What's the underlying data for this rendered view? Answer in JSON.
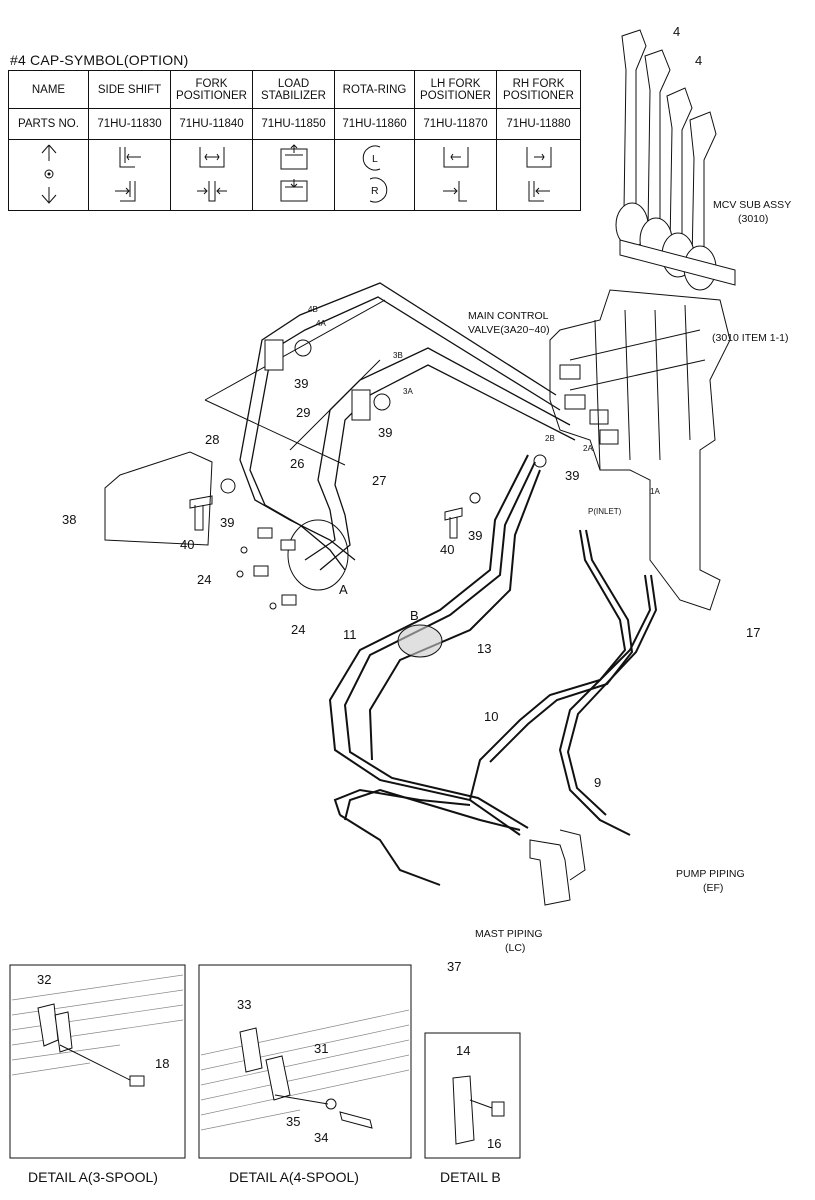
{
  "option_title": "#4 CAP-SYMBOL(OPTION)",
  "table": {
    "row_headers": [
      "NAME",
      "PARTS NO."
    ],
    "columns": [
      {
        "name": "SIDE SHIFT",
        "part_no": "71HU-11830",
        "icon": "side-shift-symbol-icon"
      },
      {
        "name": "FORK POSITIONER",
        "part_no": "71HU-11840",
        "icon": "fork-positioner-symbol-icon"
      },
      {
        "name": "LOAD STABILIZER",
        "part_no": "71HU-11850",
        "icon": "load-stabilizer-symbol-icon"
      },
      {
        "name": "ROTA-RING",
        "part_no": "71HU-11860",
        "icon": "rota-ring-symbol-icon"
      },
      {
        "name": "LH FORK POSITIONER",
        "part_no": "71HU-11870",
        "icon": "lh-fork-positioner-symbol-icon"
      },
      {
        "name": "RH FORK POSITIONER",
        "part_no": "71HU-11880",
        "icon": "rh-fork-positioner-symbol-icon"
      }
    ],
    "rota_letters": [
      "L",
      "R"
    ]
  },
  "labels": {
    "mcv_sub_assy_l1": "MCV SUB ASSY",
    "mcv_sub_assy_l2": "(3010)",
    "item_ref": "(3010 ITEM 1-1)",
    "main_valve_l1": "MAIN CONTROL",
    "main_valve_l2": "VALVE(3A20~40)",
    "pump_l1": "PUMP PIPING",
    "pump_l2": "(EF)",
    "mast_l1": "MAST PIPING",
    "mast_l2": "(LC)",
    "inlet": "P(INLET)",
    "port_4b": "4B",
    "port_4a": "4A",
    "port_3b": "3B",
    "port_3a": "3A",
    "port_2b": "2B",
    "port_2a": "2A",
    "port_1a": "1A",
    "letter_a": "A",
    "letter_b": "B"
  },
  "callouts": {
    "p4a": "4",
    "p4b": "4",
    "p39a": "39",
    "p39b": "39",
    "p39c": "39",
    "p39d": "39",
    "p39e": "39",
    "p29": "29",
    "p28": "28",
    "p26": "26",
    "p27": "27",
    "p38": "38",
    "p40a": "40",
    "p40b": "40",
    "p24a": "24",
    "p24b": "24",
    "p17": "17",
    "p11": "11",
    "p13": "13",
    "p10": "10",
    "p9": "9",
    "p37": "37",
    "p32": "32",
    "p18": "18",
    "p33": "33",
    "p31": "31",
    "p35": "35",
    "p34": "34",
    "p14": "14",
    "p16": "16"
  },
  "details": {
    "a3": "DETAIL A(3-SPOOL)",
    "a4": "DETAIL A(4-SPOOL)",
    "b": "DETAIL B"
  }
}
